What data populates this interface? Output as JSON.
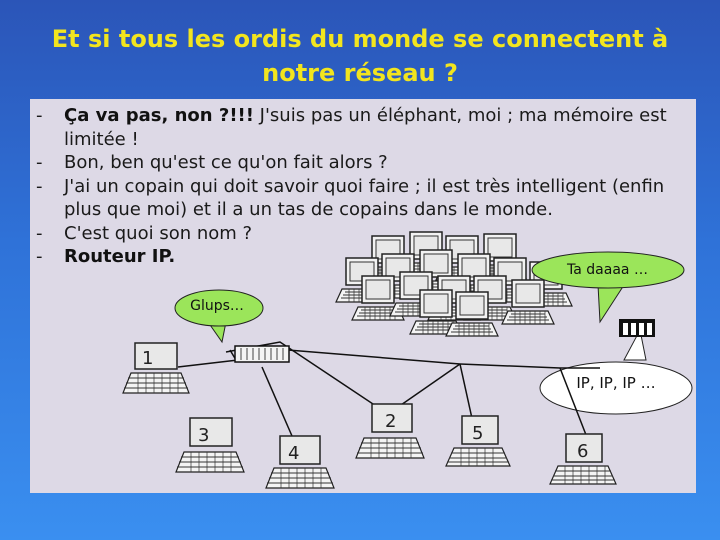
{
  "slide": {
    "title_line1": "Et si tous les ordis du monde se connectent à",
    "title_line2": "notre réseau ?"
  },
  "bullets": [
    {
      "bold": "Ça va pas, non ?!!!",
      "text": " J'suis pas un éléphant, moi ; ma mémoire est limitée !"
    },
    {
      "bold": "",
      "text": "Bon, ben qu'est ce qu'on fait alors ?"
    },
    {
      "bold": "",
      "text": "J'ai un copain qui doit savoir quoi faire ; il est très intelligent (enfin plus que moi) et il a un tas de copains dans le monde."
    },
    {
      "bold": "",
      "text": "C'est quoi son nom ?"
    },
    {
      "bold": "Routeur IP.",
      "text": ""
    }
  ],
  "bubbles": {
    "ta_daaaa": "Ta daaaa …",
    "glups": "Glups…",
    "ip": "IP, IP, IP …"
  },
  "computers": {
    "c1": "1",
    "c2": "2",
    "c3": "3",
    "c4": "4",
    "c5": "5",
    "c6": "6"
  },
  "colors": {
    "title": "#f2e51e",
    "speech_bubble": "#9be55a",
    "panel": "#ddd9e6",
    "screen": "#e8e8e8"
  }
}
